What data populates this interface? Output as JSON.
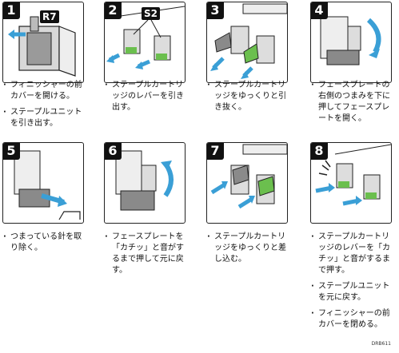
{
  "steps": [
    {
      "number": "1",
      "tag": "R7",
      "items": [
        "フィニッシャーの前カバーを開ける。",
        "ステープルユニットを引き出す。"
      ]
    },
    {
      "number": "2",
      "tag": "S2",
      "items": [
        "ステープルカートリッジのレバーを引き出す。"
      ]
    },
    {
      "number": "3",
      "items": [
        "ステープルカートリッジをゆっくりと引き抜く。"
      ]
    },
    {
      "number": "4",
      "items": [
        "フェースプレートの右側のつまみを下に押してフェースプレートを開く。"
      ]
    },
    {
      "number": "5",
      "items": [
        "つまっている針を取り除く。"
      ]
    },
    {
      "number": "6",
      "items": [
        "フェースプレートを「カチッ」と音がするまで押して元に戻す。"
      ]
    },
    {
      "number": "7",
      "items": [
        "ステープルカートリッジをゆっくりと差し込む。"
      ]
    },
    {
      "number": "8",
      "items": [
        "ステープルカートリッジのレバーを「カチッ」と音がするまで押す。",
        "ステープルユニットを元に戻す。",
        "フィニッシャーの前カバーを閉める。"
      ]
    }
  ],
  "figure_code": "DRB611",
  "colors": {
    "green": "#6bbf4e",
    "blue": "#3a9fd6",
    "gray": "#9a9a9a",
    "dark": "#222222"
  }
}
